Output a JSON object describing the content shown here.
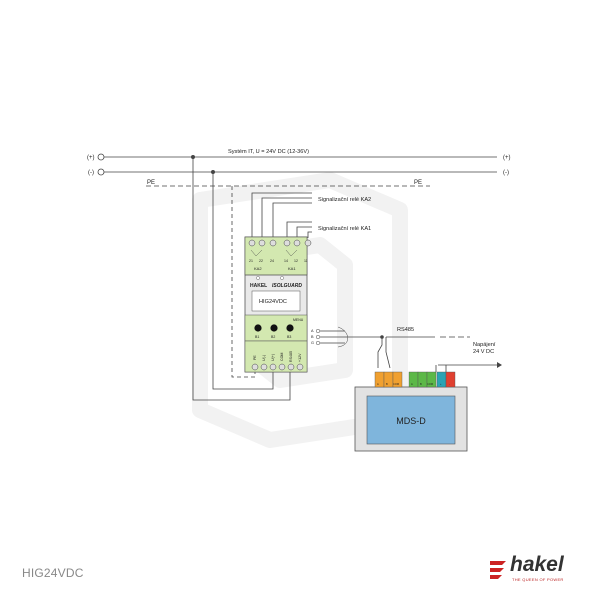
{
  "diagram": {
    "rail_plus_left": "(+)",
    "rail_plus_right": "(+)",
    "rail_minus_left": "(-)",
    "rail_minus_right": "(-)",
    "system_label": "Systém IT, U = 24V DC (12-36V)",
    "pe_left": "PE",
    "pe_right": "PE",
    "relay_ka2_label": "Signalizační relé KA2",
    "relay_ka1_label": "Signalizační relé KA1",
    "device": {
      "top_terminals": [
        "21",
        "22",
        "24",
        "14",
        "12",
        "11"
      ],
      "ka2": "KA2",
      "ka1": "KA1",
      "brand": "HAKEL",
      "product": "ISOLGUARD",
      "model": "HIG24VDC",
      "menu": "MENU",
      "buttons": [
        "B1",
        "B2",
        "B3"
      ],
      "bottom_terminals": [
        "PE",
        "U(-)",
        "U(+)",
        "COM",
        "RS485",
        "+12V"
      ]
    },
    "rs485_label": "RS485",
    "bus_labels": [
      "A",
      "B",
      "G"
    ],
    "power_label_line1": "Napájení",
    "power_label_line2": "24 V DC",
    "mds_label": "MDS-D",
    "mds_terminals": [
      "A",
      "B",
      "COM",
      "A",
      "B",
      "COM",
      "+",
      "-"
    ]
  },
  "footer": {
    "title": "HIG24VDC",
    "logo_word": "hakel",
    "logo_tag": "THE QUEEN OF POWER"
  },
  "colors": {
    "device_green": "#d3e8b0",
    "device_body": "#e9e9e9",
    "mds_screen": "#7fb5dc",
    "mds_body": "#e2e2e2",
    "term_orange": "#f0a030",
    "term_green": "#5cb848",
    "term_teal": "#2aa3b3",
    "term_red": "#e04030",
    "logo_red": "#cc2222"
  }
}
